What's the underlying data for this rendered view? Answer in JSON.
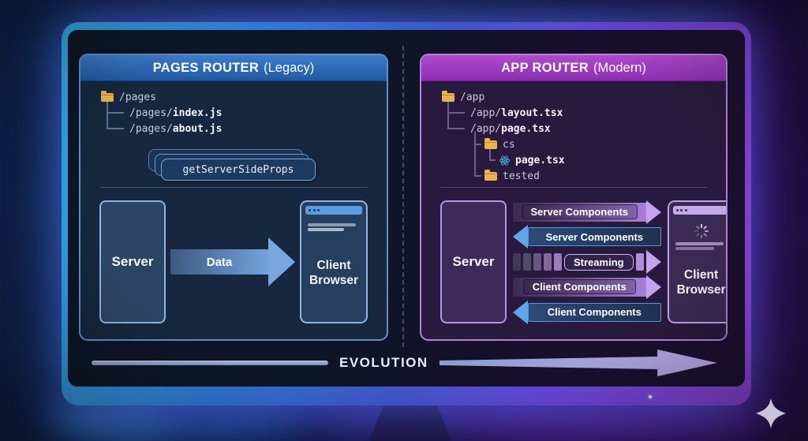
{
  "panels": {
    "left": {
      "title": "PAGES ROUTER",
      "title_suffix": "(Legacy)",
      "tree": {
        "root": "/pages",
        "items": [
          {
            "prefix": "/pages/",
            "name": "index.js"
          },
          {
            "prefix": "/pages/",
            "name": "about.js"
          }
        ]
      },
      "stack_label": "getServerSideProps",
      "flow": {
        "server_label": "Server",
        "data_label": "Data",
        "client_label": "Client Browser"
      }
    },
    "right": {
      "title": "APP ROUTER",
      "title_suffix": "(Modern)",
      "tree": {
        "root": "/app",
        "items": [
          {
            "prefix": "/app/",
            "name": "layout.tsx"
          },
          {
            "prefix": "/app/",
            "name": "page.tsx"
          }
        ],
        "folder1": "cs",
        "react_file": "page.tsx",
        "folder2": "tested"
      },
      "flow": {
        "server_label": "Server",
        "arrows": [
          {
            "label": "Server Components",
            "direction": "right",
            "color": "purple"
          },
          {
            "label": "Server Components",
            "direction": "left",
            "color": "blue"
          },
          {
            "label": "Streaming",
            "direction": "right",
            "color": "purple",
            "style": "segmented"
          },
          {
            "label": "Client Components",
            "direction": "right",
            "color": "purple"
          },
          {
            "label": "Client Components",
            "direction": "left",
            "color": "blue"
          }
        ],
        "client_label": "Client Browser"
      }
    }
  },
  "footer": {
    "evolution_label": "EVOLUTION"
  },
  "icons": {
    "folder": "folder-icon",
    "react": "react-atom-icon",
    "spinner": "loading-spinner-icon",
    "sparkle": "sparkle-icon",
    "browser_dots": "browser-dots-icon"
  },
  "colors": {
    "header_blue": "#2e6cb8",
    "header_purple": "#a23fc6",
    "arrow_purple": "#c5a2ee",
    "arrow_blue": "#5fa6e8",
    "folder_yellow": "#e9b452",
    "react_blue": "#4aa8e0",
    "bezel_blue": "#36a9e8",
    "bezel_purple": "#8b45d8"
  }
}
